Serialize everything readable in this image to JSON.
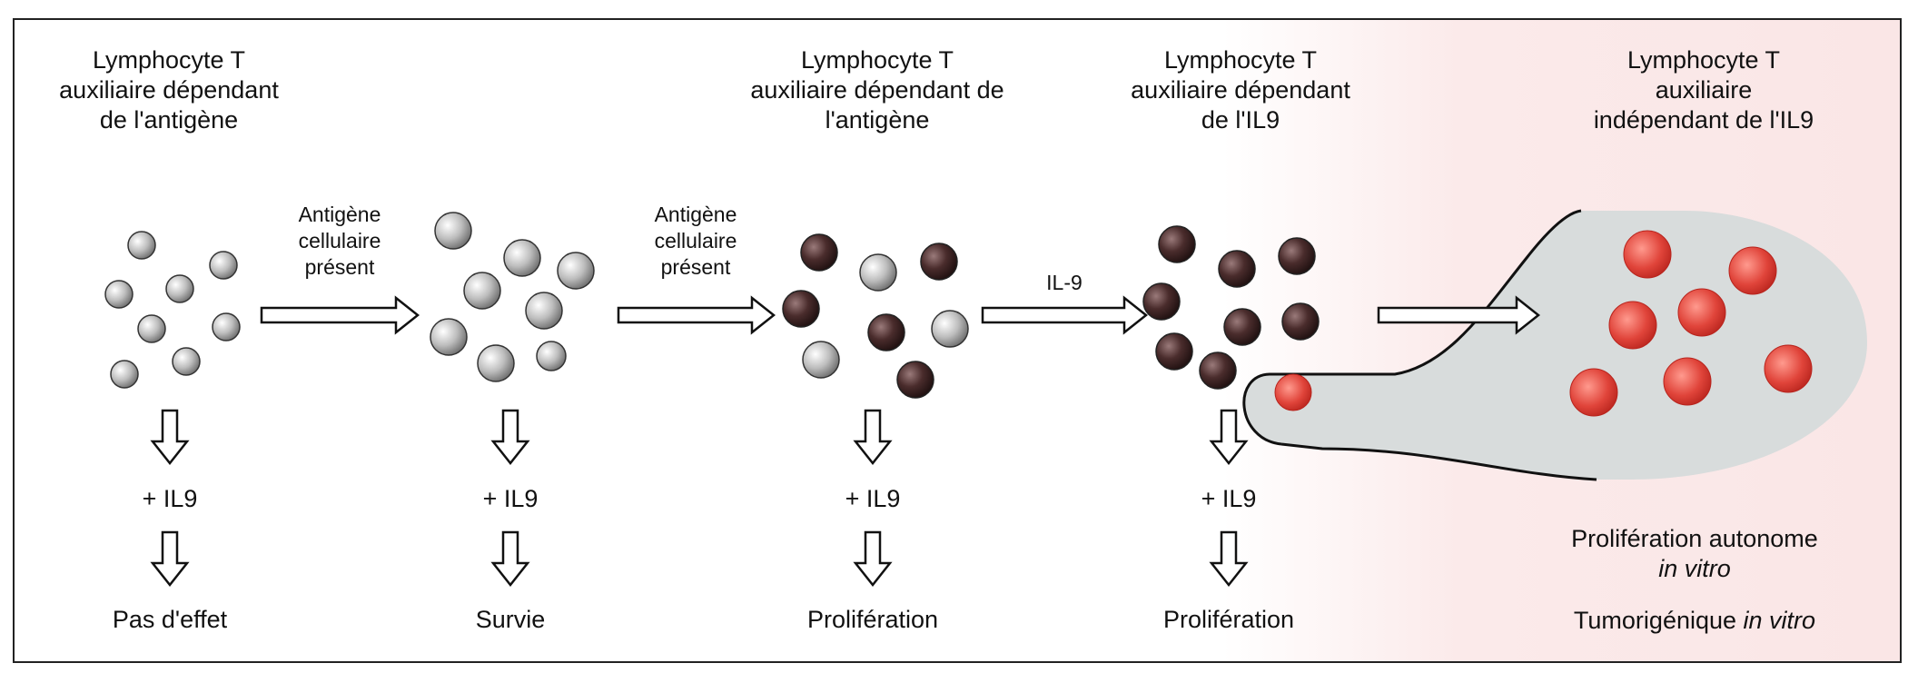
{
  "stages": [
    {
      "title": [
        "Lymphocyte T",
        "auxiliaire dépendant",
        "de l'antigène"
      ],
      "il9": "+ IL9",
      "outcome": "Pas d'effet"
    },
    {
      "il9": "+ IL9",
      "outcome": "Survie"
    },
    {
      "title": [
        "Lymphocyte T",
        "auxiliaire dépendant de",
        "l'antigène"
      ],
      "il9": "+ IL9",
      "outcome": "Prolifération"
    },
    {
      "title": [
        "Lymphocyte T",
        "auxiliaire dépendant",
        "de l'IL9"
      ],
      "il9": "+ IL9",
      "outcome": "Prolifération"
    },
    {
      "title": [
        "Lymphocyte T",
        "auxiliaire",
        "indépendant de l'IL9"
      ]
    }
  ],
  "arrows": [
    {
      "label": [
        "Antigène",
        "cellulaire",
        "présent"
      ]
    },
    {
      "label": [
        "Antigène",
        "cellulaire",
        "présent"
      ]
    },
    {
      "label": [
        "IL-9"
      ]
    },
    {
      "label": []
    }
  ],
  "final": {
    "line1": "Prolifération autonome",
    "line2": "in vitro",
    "line3_plain": "Tumorigénique ",
    "line3_italic": "in vitro"
  },
  "colors": {
    "grey_cell": "#c9c9c9",
    "dark_cell": "#4a2c2c",
    "red_cell": "#e0443a",
    "bulb_fill": "#d8dcdc"
  }
}
